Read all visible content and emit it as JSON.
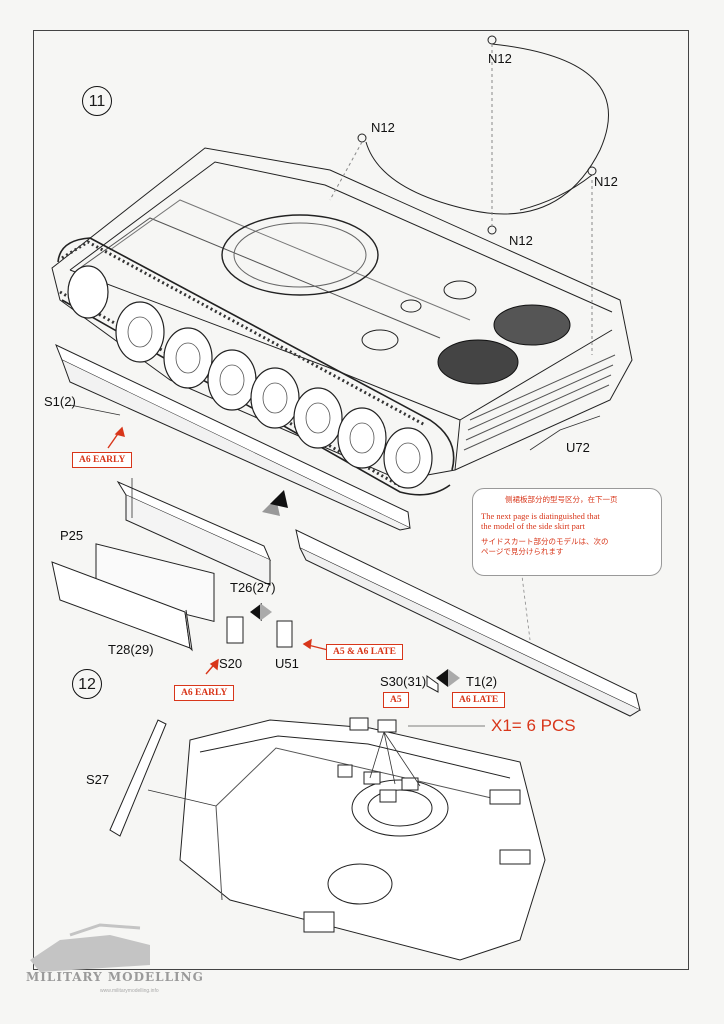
{
  "steps": {
    "step11": "11",
    "step12": "12"
  },
  "labels": {
    "n12_top": "N12",
    "n12_left": "N12",
    "n12_right": "N12",
    "n12_mid": "N12",
    "s1": "S1(2)",
    "u72": "U72",
    "p25": "P25",
    "t26": "T26(27)",
    "t28": "T28(29)",
    "s20": "S20",
    "u51": "U51",
    "s30": "S30(31)",
    "t1": "T1(2)",
    "s27": "S27"
  },
  "tags": {
    "a6_early_1": "A6 EARLY",
    "a5_a6_late": "A5 & A6 LATE",
    "a6_early_2": "A6 EARLY",
    "a5": "A5",
    "a6_late": "A6 LATE"
  },
  "note": {
    "line_cn": "侧裙板部分的型号区分，在下一页",
    "line_en1": "The next page is diatinguished that",
    "line_en2": " the model of the side skirt part",
    "line_jp1": "サイドスカート部分のモデルは、次の",
    "line_jp2": "ページで見分けられます"
  },
  "quantity": "X1= 6 PCS",
  "watermark": {
    "title": "MILITARY MODELLING",
    "sub": "www.militarymodelling.info"
  },
  "colors": {
    "accent": "#d8361a",
    "line": "#1a1a1a"
  }
}
